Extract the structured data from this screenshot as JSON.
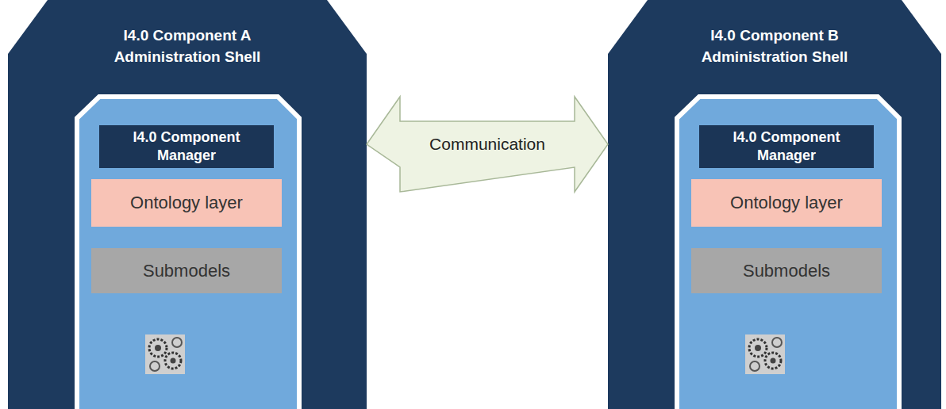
{
  "diagram": {
    "nodes": [
      {
        "text": [
          "I4.0 Component A Administration Shell"
        ]
      },
      {
        "text": [
          "I4.0 Component Manager"
        ],
        "in": 0
      },
      {
        "text": [
          "Ontology layer"
        ],
        "in": 0
      },
      {
        "text": [
          "Submodels"
        ],
        "in": 0
      },
      {
        "text": [
          "I4.0 Component B Administration Shell"
        ]
      },
      {
        "text": [
          "I4.0 Component Manager"
        ],
        "in": 4
      },
      {
        "text": [
          "Ontology layer"
        ],
        "in": 4
      },
      {
        "text": [
          "Submodels"
        ],
        "in": 4
      }
    ],
    "edges": [
      {
        "from": 0,
        "to": 4,
        "arrow": "both",
        "label": "Communication"
      }
    ]
  }
}
